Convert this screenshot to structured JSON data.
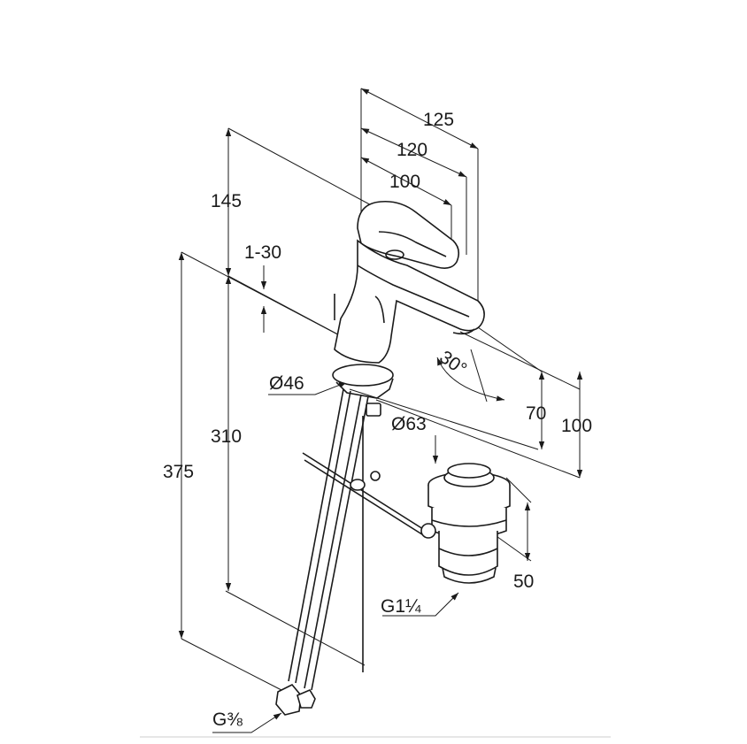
{
  "drawing": {
    "dimensions": {
      "spout_reach_125": "125",
      "spout_reach_120": "120",
      "spout_reach_100": "100",
      "height_145": "145",
      "range_1_30": "1-30",
      "height_310": "310",
      "height_375": "375",
      "diameter_46": "Ø46",
      "diameter_63": "Ø63",
      "angle_30": "30°",
      "height_70": "70",
      "height_100": "100",
      "waste_50": "50",
      "thread_waste": "G1¼",
      "thread_supply": "G⅜"
    }
  }
}
